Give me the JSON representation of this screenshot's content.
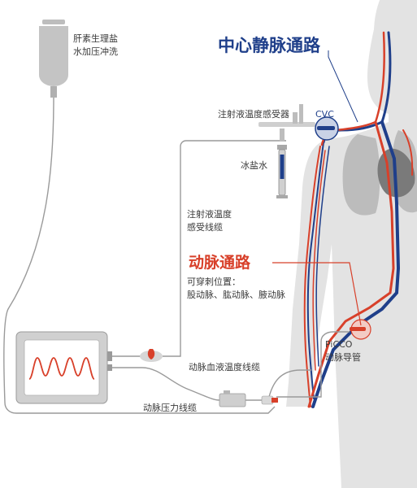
{
  "titles": {
    "central_venous": "中心静脉通路",
    "arterial": "动脉通路"
  },
  "labels": {
    "saline_bag_line1": "肝素生理盐",
    "saline_bag_line2": "水加压冲洗",
    "injectate_sensor": "注射液温度感受器",
    "cvc": "CVC",
    "ice_saline": "冰盐水",
    "injectate_cable_line1": "注射液温度",
    "injectate_cable_line2": "感受线缆",
    "puncture_line1": "可穿刺位置：",
    "puncture_line2": "股动脉、肱动脉、腋动脉",
    "picco_line1": "PiCCO",
    "picco_line2": "动脉导管",
    "arterial_temp_cable": "动脉血液温度线缆",
    "pressure_cable": "动脉压力线缆"
  },
  "colors": {
    "venous_blue": "#1f3f8a",
    "arterial_red": "#d8402a",
    "body_gray": "#e2e2e2",
    "lung_gray": "#b9b9b9",
    "cable_gray": "#9a9a9a",
    "monitor_wave": "#d8402a"
  }
}
